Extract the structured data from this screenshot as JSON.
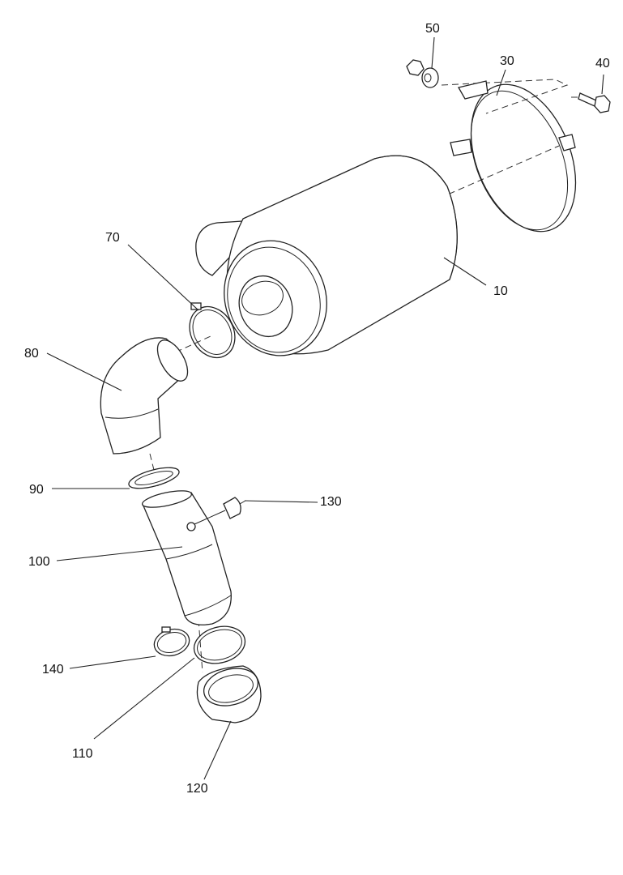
{
  "callouts": [
    {
      "id": "c50",
      "text": "50"
    },
    {
      "id": "c30",
      "text": "30"
    },
    {
      "id": "c40",
      "text": "40"
    },
    {
      "id": "c70",
      "text": "70"
    },
    {
      "id": "c10",
      "text": "10"
    },
    {
      "id": "c80",
      "text": "80"
    },
    {
      "id": "c90",
      "text": "90"
    },
    {
      "id": "c130",
      "text": "130"
    },
    {
      "id": "c100",
      "text": "100"
    },
    {
      "id": "c140",
      "text": "140"
    },
    {
      "id": "c110",
      "text": "110"
    },
    {
      "id": "c120",
      "text": "120"
    }
  ]
}
